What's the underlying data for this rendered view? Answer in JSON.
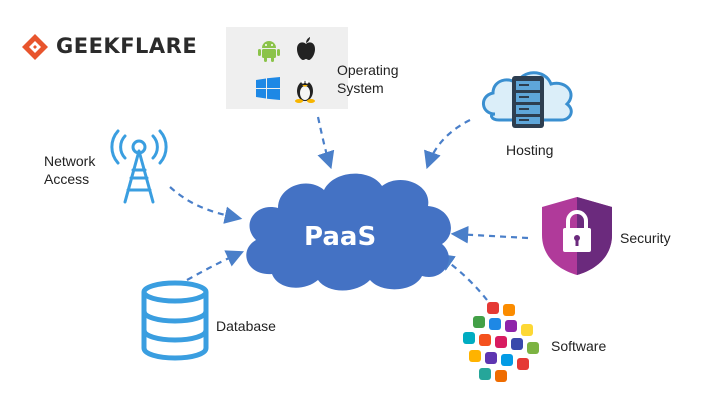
{
  "brand": {
    "name": "GEEKFLARE",
    "logo_color": "#e8552d"
  },
  "center": {
    "label": "PaaS",
    "color": "#4472c4"
  },
  "nodes": {
    "operating_system": {
      "label_line1": "Operating",
      "label_line2": "System",
      "icons": [
        "android-icon",
        "apple-icon",
        "windows-icon",
        "linux-icon"
      ]
    },
    "hosting": {
      "label": "Hosting",
      "icon": "server-cloud-icon"
    },
    "network_access": {
      "label_line1": "Network",
      "label_line2": "Access",
      "icon": "antenna-tower-icon"
    },
    "security": {
      "label": "Security",
      "icon": "shield-lock-icon"
    },
    "database": {
      "label": "Database",
      "icon": "database-icon"
    },
    "software": {
      "label": "Software",
      "icon": "app-icons-cluster"
    }
  },
  "colors": {
    "arrow": "#4a7fc9",
    "icon_blue": "#4aa3e0",
    "shield_dark": "#6b2a7d",
    "shield_light": "#b03a9a"
  }
}
